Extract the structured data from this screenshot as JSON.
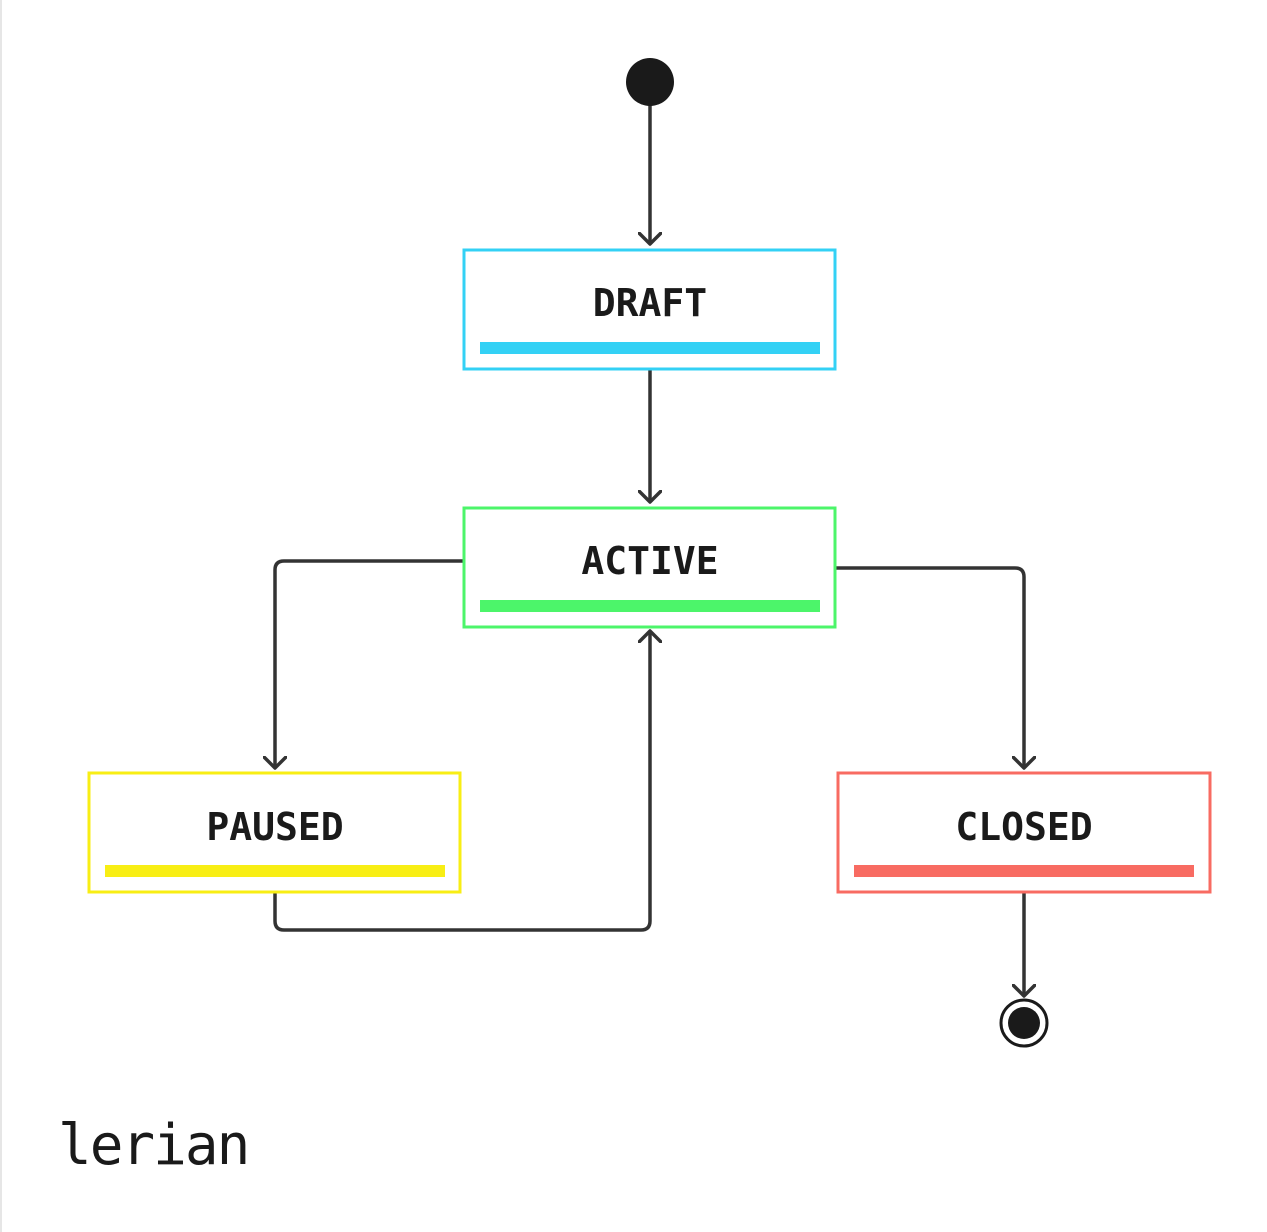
{
  "diagram": {
    "states": {
      "draft": {
        "label": "DRAFT",
        "color": "#33d1f5"
      },
      "active": {
        "label": "ACTIVE",
        "color": "#4cf56a"
      },
      "paused": {
        "label": "PAUSED",
        "color": "#f8ee14"
      },
      "closed": {
        "label": "CLOSED",
        "color": "#f86b62"
      }
    },
    "transitions": [
      {
        "from": "start",
        "to": "DRAFT"
      },
      {
        "from": "DRAFT",
        "to": "ACTIVE"
      },
      {
        "from": "ACTIVE",
        "to": "PAUSED"
      },
      {
        "from": "PAUSED",
        "to": "ACTIVE"
      },
      {
        "from": "ACTIVE",
        "to": "CLOSED"
      },
      {
        "from": "CLOSED",
        "to": "end"
      }
    ],
    "line_color": "#333333",
    "node_color": "#1a1a1a"
  },
  "brand": {
    "logo_text": "lerian"
  }
}
